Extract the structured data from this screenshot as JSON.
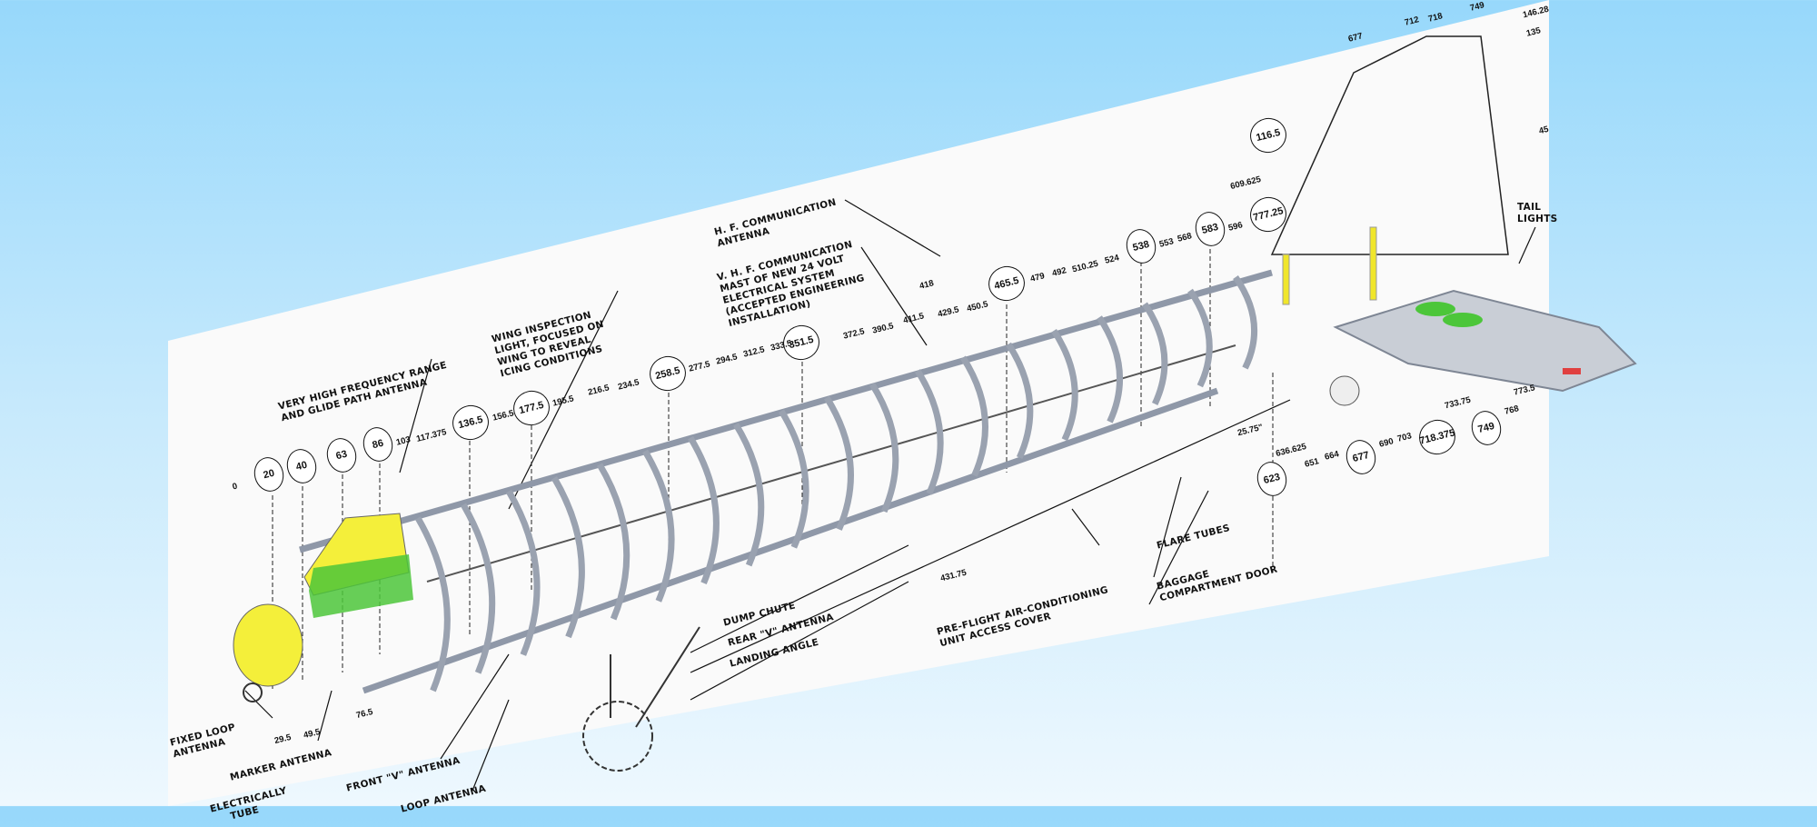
{
  "colors": {
    "sky_top": "#97d8fb",
    "sheet": "#fafafa",
    "frame": "#8f98a8",
    "nose_yellow": "#f4ef3a",
    "cockpit_green": "#4cc63a",
    "marker_red": "#e04040"
  },
  "callouts": {
    "vhf_range": "VERY HIGH FREQUENCY RANGE\nAND GLIDE PATH ANTENNA",
    "wing_inspection": "WING INSPECTION\nLIGHT, FOCUSED ON\nWING TO REVEAL\nICING CONDITIONS",
    "hf_comm": "H. F. COMMUNICATION\nANTENNA",
    "vhf_comm": "V. H. F. COMMUNICATION\nMAST OF NEW 24 VOLT\nELECTRICAL SYSTEM\n(ACCEPTED ENGINEERING\nINSTALLATION)",
    "dump_chute": "DUMP CHUTE",
    "rear_v": "REAR \"V\" ANTENNA",
    "landing_angle": "LANDING ANGLE",
    "preflight": "PRE-FLIGHT AIR-CONDITIONING\nUNIT ACCESS COVER",
    "flare_tubes": "FLARE TUBES",
    "baggage": "BAGGAGE\nCOMPARTMENT DOOR",
    "tail_lights": "TAIL\nLIGHTS",
    "fixed_loop": "FIXED LOOP\nANTENNA",
    "marker": "MARKER ANTENNA",
    "front_v": "FRONT \"V\" ANTENNA",
    "electrically": "ELECTRICALLY\n     TUBE",
    "loop": "LOOP ANTENNA"
  },
  "stations_circled": [
    "20",
    "40",
    "63",
    "86",
    "136.5",
    "177.5",
    "258.5",
    "351.5",
    "465.5",
    "538",
    "583",
    "777.25",
    "116.5",
    "623",
    "677",
    "718.375",
    "749"
  ],
  "stations": [
    "0",
    "103",
    "117.375",
    "156.5",
    "195.5",
    "216.5",
    "234.5",
    "277.5",
    "294.5",
    "312.5",
    "333.5",
    "372.5",
    "390.5",
    "411.5",
    "418",
    "429.5",
    "450.5",
    "479",
    "492",
    "510.25",
    "524",
    "553",
    "568",
    "596",
    "609.625",
    "677",
    "712",
    "718",
    "749",
    "146.28",
    "135",
    "45",
    "25.75\"",
    "636.625",
    "651",
    "664",
    "690",
    "703",
    "733.75",
    "768",
    "773.5",
    "431.75",
    "29.5",
    "49.5",
    "76.5"
  ]
}
